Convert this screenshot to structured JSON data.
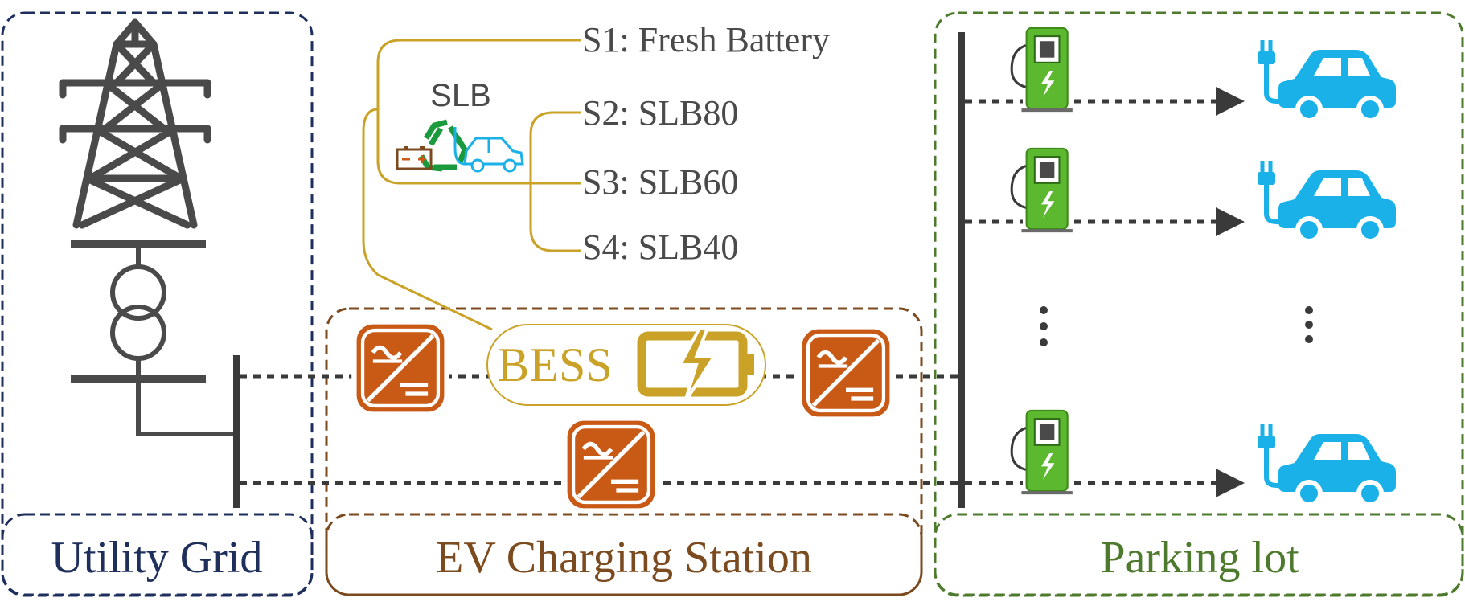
{
  "sections": {
    "grid": {
      "label": "Utility Grid",
      "color": "#1f2f5c"
    },
    "station": {
      "label": "EV Charging Station",
      "color": "#7b4a1e"
    },
    "parking": {
      "label": "Parking lot",
      "color": "#4e7a2e"
    }
  },
  "bess": {
    "label": "BESS",
    "color": "#c9a227"
  },
  "slb": {
    "label": "SLB"
  },
  "scenarios": [
    {
      "label": "S1: Fresh Battery"
    },
    {
      "label": "S2: SLB80"
    },
    {
      "label": "S3: SLB60"
    },
    {
      "label": "S4: SLB40"
    }
  ],
  "colors": {
    "converter": "#c95a16",
    "charger": "#5cb82e",
    "car": "#1ab1e8",
    "recycle": "#1a9a3c",
    "line": "#3a3a3a",
    "scenario_tree": "#c9a227"
  },
  "icons": {
    "tower": "transmission-tower-icon",
    "transformer": "transformer-icon",
    "converter": "power-converter-icon",
    "battery": "battery-bolt-icon",
    "charger": "ev-charger-icon",
    "car": "electric-car-icon",
    "recycle": "recycle-icon"
  }
}
